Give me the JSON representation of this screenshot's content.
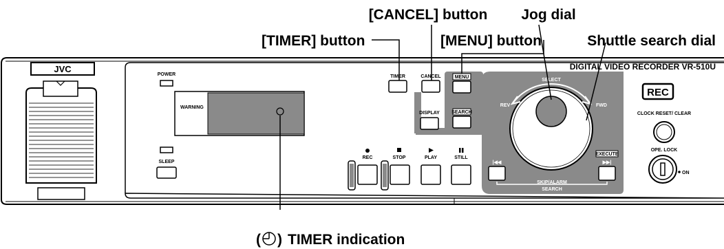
{
  "callouts": {
    "cancel_button": "[CANCEL] button",
    "jog_dial": "Jog dial",
    "timer_button": "[TIMER] button",
    "menu_button": "[MENU] button",
    "shuttle_dial": "Shuttle search dial",
    "timer_indication": "TIMER indication"
  },
  "device": {
    "brand": "JVC",
    "model": "DIGITAL VIDEO RECORDER  VR-510U",
    "power": "POWER",
    "sleep": "SLEEP",
    "warning": "WARNING",
    "timer": "TIMER",
    "cancel": "CANCEL",
    "menu": "MENU",
    "display": "DISPLAY",
    "search": "SEARCH",
    "select": "SELECT",
    "rev": "REV",
    "fwd": "FWD",
    "rec_badge": "REC",
    "clock_reset": "CLOCK RESET/ CLEAR",
    "ope_lock": "OPE. LOCK",
    "on": "ON",
    "rec": "REC",
    "stop": "STOP",
    "play": "PLAY",
    "still": "STILL",
    "execute": "EXECUTE",
    "skip_alarm": "SKIP/ALARM",
    "search_bottom": "SEARCH"
  }
}
